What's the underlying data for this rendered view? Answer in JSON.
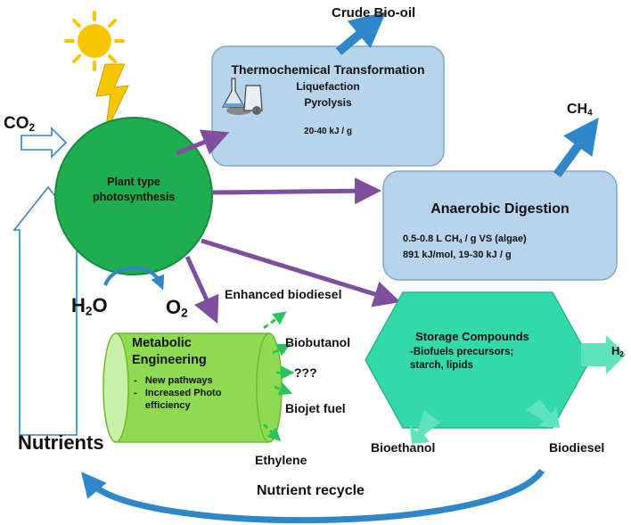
{
  "core": {
    "title": "Plant type photosynthesis",
    "line1": "Plant type",
    "line2": "photosynthesis"
  },
  "inputs": {
    "co2_main": "CO",
    "co2_sub": "2",
    "h2o_h": "H",
    "h2o_sub": "2",
    "h2o_o": "O",
    "o2_main": "O",
    "o2_sub": "2",
    "nutrients": "Nutrients",
    "nutrient_recycle": "Nutrient recycle"
  },
  "thermo": {
    "title": "Thermochemical Transformation",
    "item1": "Liquefaction",
    "item2": "Pyrolysis",
    "energy": "20-40 kJ / g",
    "product": "Crude Bio-oil"
  },
  "anaerobic": {
    "title": "Anaerobic Digestion",
    "line1_pre": "0.5-0.8 L CH",
    "line1_sub": "4",
    "line1_post": " / g VS (algae)",
    "line2": "891 kJ/mol, 19-30 kJ / g",
    "product_main": "CH",
    "product_sub": "4"
  },
  "metabolic": {
    "title1": "Metabolic",
    "title2": "Engineering",
    "bullet1": "New pathways",
    "bullet2": "Increased Photo efficiency",
    "products": [
      "Enhanced biodiesel",
      "Biobutanol",
      "???",
      "Biojet fuel",
      "Ethylene"
    ]
  },
  "storage": {
    "title": "Storage Compounds",
    "desc": "-Biofuels precursors; starch, lipids",
    "product_h2_main": "H",
    "product_h2_sub": "2",
    "product_left": "Bioethanol",
    "product_right": "Biodiesel"
  },
  "colors": {
    "circle": "#1fae4f",
    "purple": "#7e4f9e",
    "blue_arrow": "#2f86c8",
    "box_fill": "#b8d4ec",
    "cylinder": "#8fdb4f",
    "hexagon": "#33d9a8",
    "teal_arrow": "#5fe3bd"
  }
}
